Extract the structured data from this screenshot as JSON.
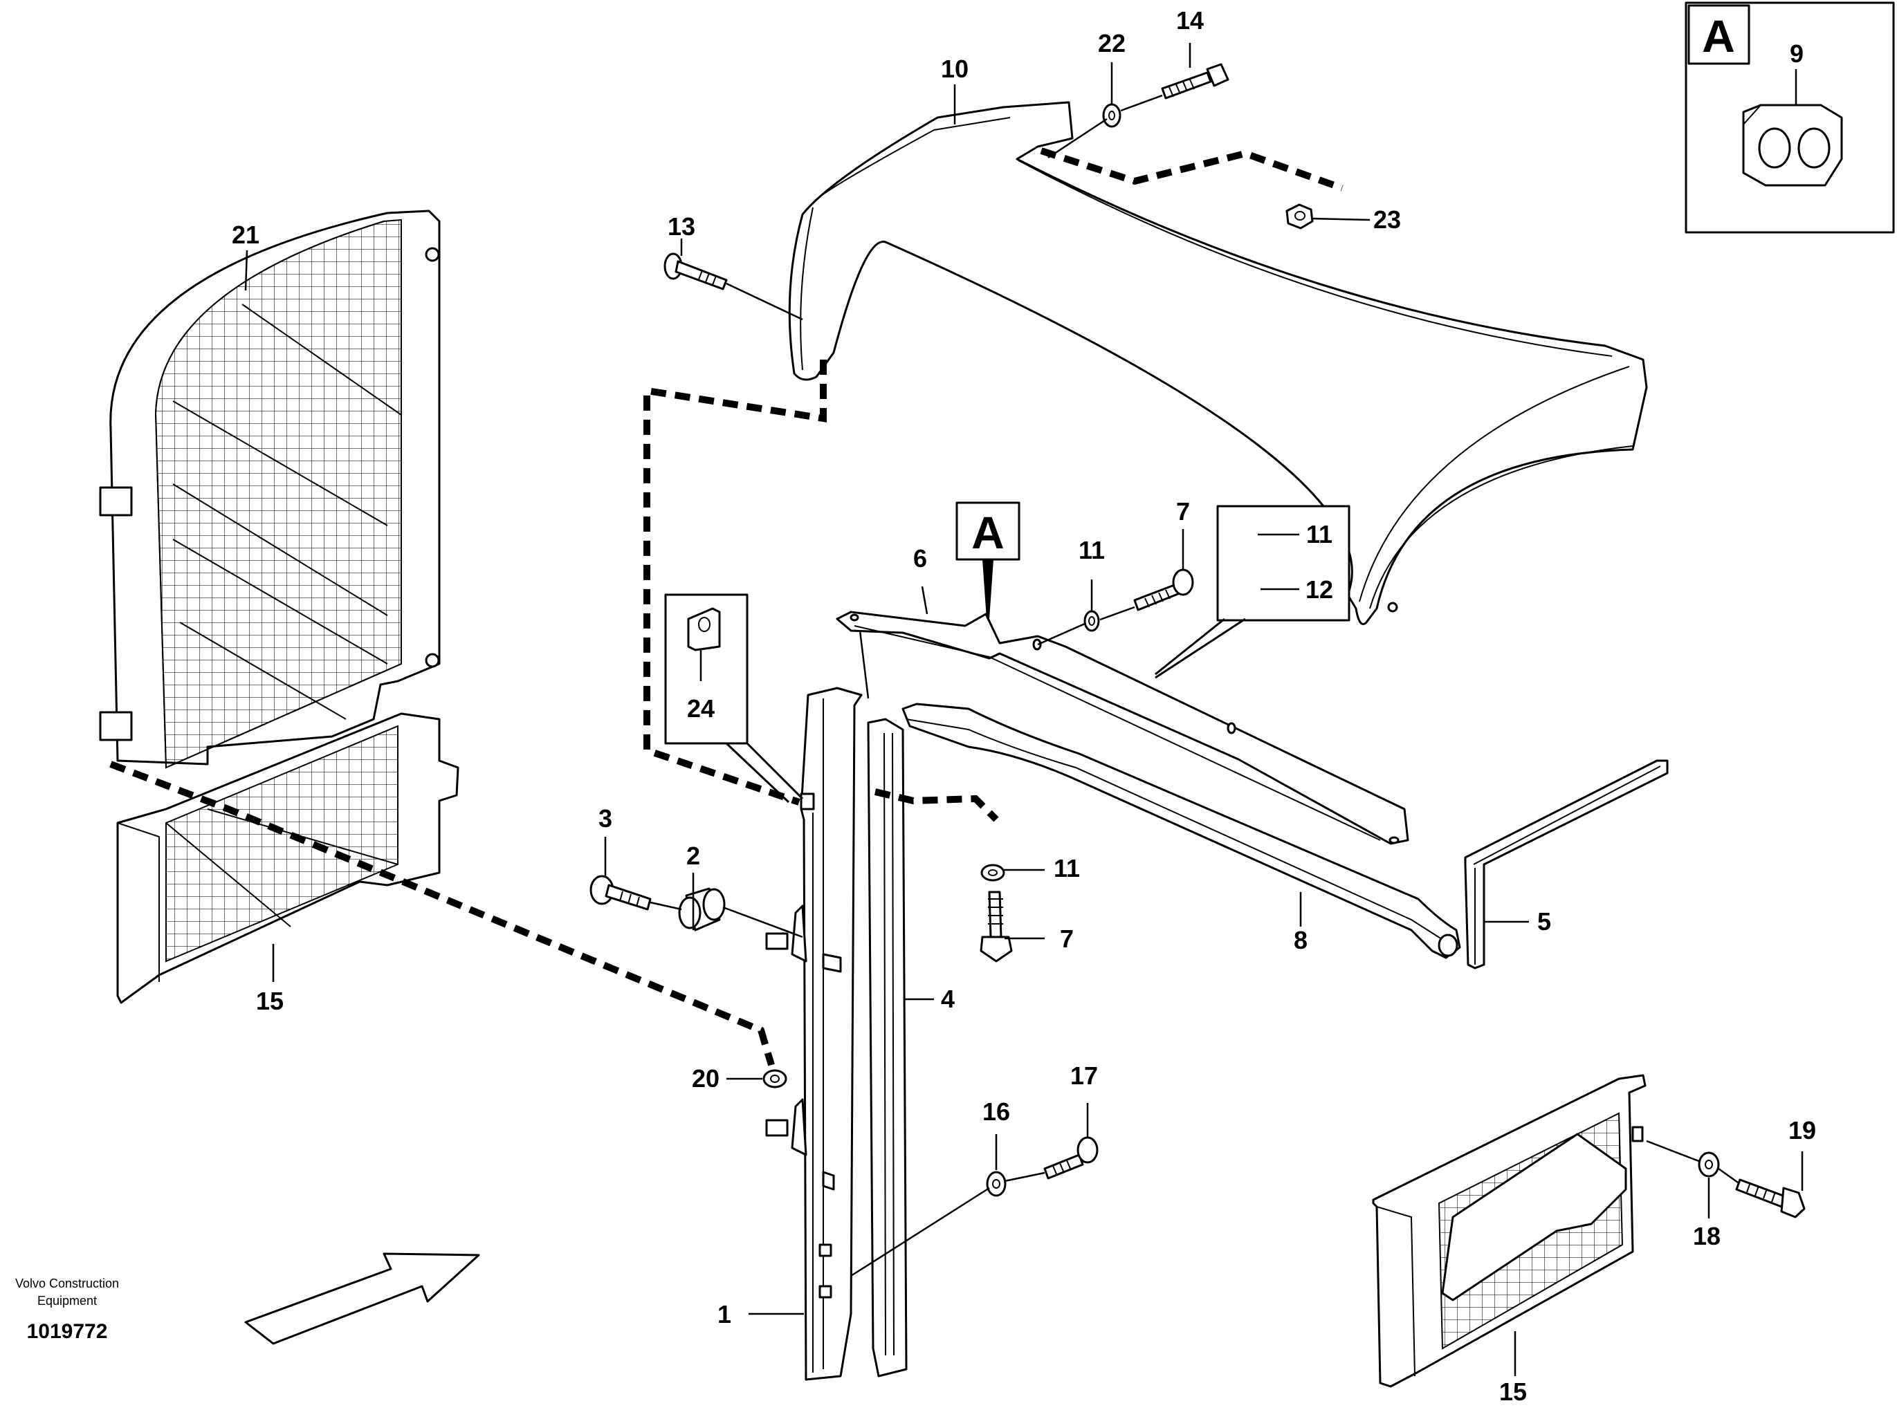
{
  "inset": {
    "letter": "A"
  },
  "callouts": {
    "c1": "1",
    "c2": "2",
    "c3": "3",
    "c4": "4",
    "c5": "5",
    "c6": "6",
    "c7a": "7",
    "c7b": "7",
    "c8": "8",
    "c9": "9",
    "c10": "10",
    "c11a": "11",
    "c11b": "11",
    "c11c": "11",
    "c12": "12",
    "c13": "13",
    "c14": "14",
    "c15a": "15",
    "c15b": "15",
    "c16": "16",
    "c17": "17",
    "c18": "18",
    "c19": "19",
    "c20": "20",
    "c21": "21",
    "c22": "22",
    "c23": "23",
    "c24": "24"
  },
  "detail_marker": "A",
  "footer": {
    "company_line1": "Volvo Construction",
    "company_line2": "Equipment",
    "drawing_number": "1019772"
  }
}
